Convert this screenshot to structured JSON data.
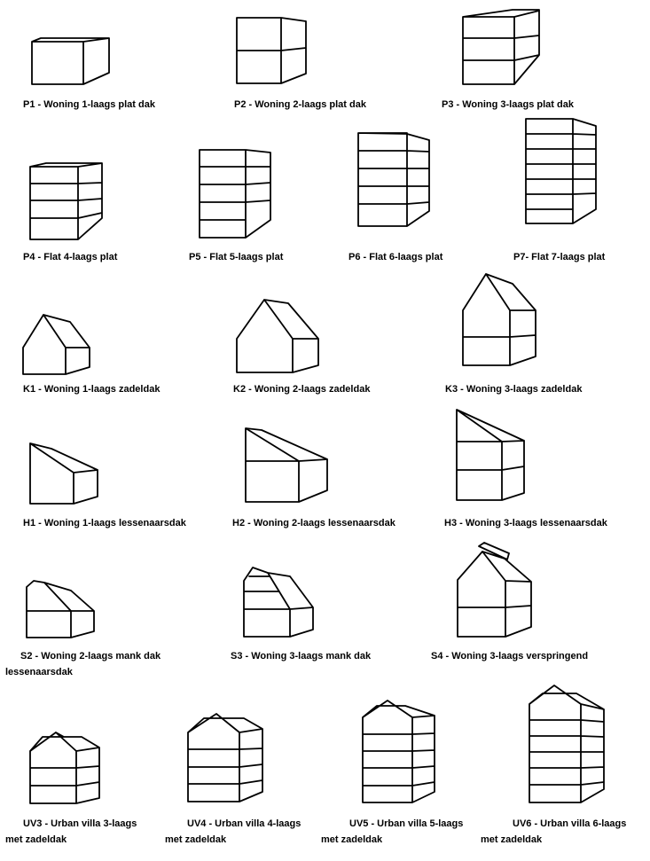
{
  "labels": {
    "P1": "P1 - Woning 1-laags plat dak",
    "P2": "P2 - Woning 2-laags plat dak",
    "P3": "P3 - Woning 3-laags plat dak",
    "P4": "P4 - Flat 4-laags plat",
    "P5": "P5 - Flat 5-laags plat",
    "P6": "P6 - Flat 6-laags plat",
    "P7": "P7- Flat 7-laags plat",
    "K1": "K1 - Woning 1-laags zadeldak",
    "K2": "K2 - Woning 2-laags zadeldak",
    "K3": "K3 - Woning 3-laags zadeldak",
    "H1": "H1 - Woning 1-laags lessenaarsdak",
    "H2": "H2 - Woning 2-laags lessenaarsdak",
    "H3": "H3 - Woning 3-laags lessenaarsdak",
    "S2": "S2 - Woning 2-laags mank dak",
    "S2b": "lessenaarsdak",
    "S3": "S3 - Woning 3-laags mank dak",
    "S4": "S4 - Woning 3-laags verspringend",
    "UV3": "UV3 - Urban villa 3-laags",
    "UV3b": "met zadeldak",
    "UV4": "UV4 - Urban villa 4-laags",
    "UV4b": "met zadeldak",
    "UV5": "UV5 - Urban villa 5-laags",
    "UV5b": "met zadeldak",
    "UV6": "UV6 - Urban villa 6-laags",
    "UV6b": "met zadeldak"
  }
}
